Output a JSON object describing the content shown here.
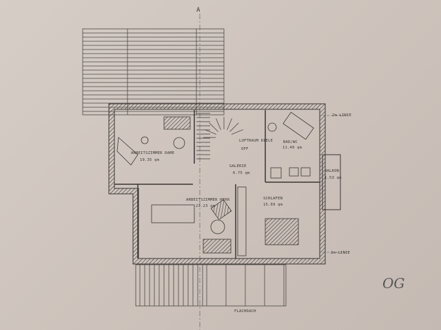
{
  "plan": {
    "floor_label": "OG",
    "section_marker": "A",
    "rooms": [
      {
        "name": "ARBEITSZIMMER DAME",
        "area": "19.35 qm"
      },
      {
        "name": "LUFTRAUM DIELE",
        "area": ""
      },
      {
        "name": "BAD/WC",
        "area": "11.49 qm"
      },
      {
        "name": "GALERIE",
        "area": "6.75 qm"
      },
      {
        "name": "BALKON",
        "area": "1.53 qm"
      },
      {
        "name": "ARBEITSZIMMER HERR",
        "area": "23.23 qm"
      },
      {
        "name": "SCHLAFEN",
        "area": "15.69 qm"
      }
    ],
    "line_label_top": "2m-LINIE",
    "line_label_bottom": "2m-LINIE",
    "roof_label": "FLACHDACH",
    "off_label": "OFF"
  },
  "colors": {
    "paper": "#cfc4bd",
    "ink": "#3a3533"
  }
}
